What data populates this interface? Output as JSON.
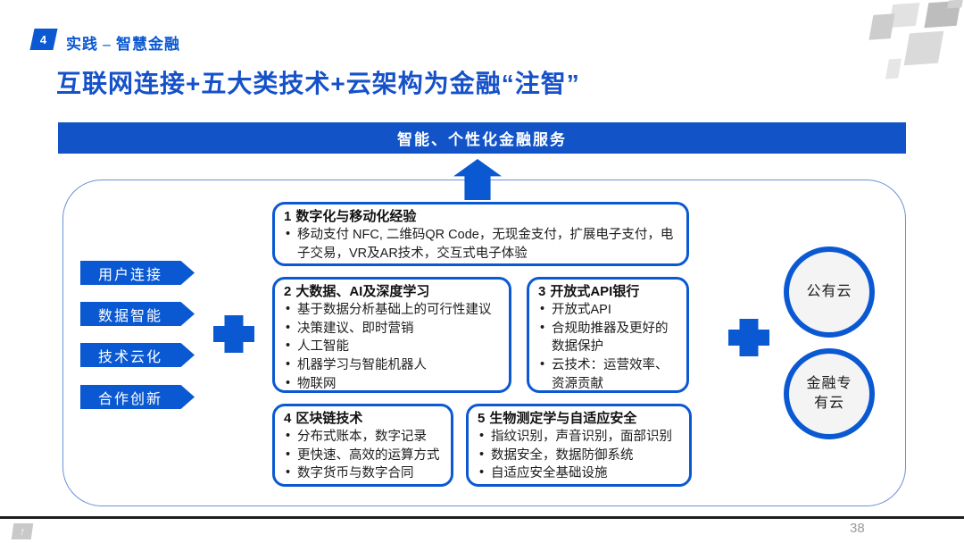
{
  "header": {
    "badge": "4",
    "section": "实践 – 智慧金融"
  },
  "title": "互联网连接+五大类技术+云架构为金融“注智”",
  "banner": {
    "label": "智能、个性化金融服务"
  },
  "flow_labels": [
    {
      "label": "用户连接"
    },
    {
      "label": "数据智能"
    },
    {
      "label": "技术云化"
    },
    {
      "label": "合作创新"
    }
  ],
  "boxes": [
    {
      "num": "1",
      "title": "数字化与移动化经验",
      "bullets": [
        "移动支付 NFC, 二维码QR Code，无现金支付，扩展电子支付，电子交易，VR及AR技术，交互式电子体验"
      ]
    },
    {
      "num": "2",
      "title": "大数据、AI及深度学习",
      "bullets": [
        "基于数据分析基础上的可行性建议",
        "决策建议、即时营销",
        "人工智能",
        "机器学习与智能机器人",
        "物联网"
      ]
    },
    {
      "num": "3",
      "title": "开放式API银行",
      "bullets": [
        "开放式API",
        "合规助推器及更好的数据保护",
        "云技术：运营效率、资源贡献"
      ]
    },
    {
      "num": "4",
      "title": "区块链技术",
      "bullets": [
        "分布式账本，数字记录",
        "更快速、高效的运算方式",
        "数字货币与数字合同"
      ]
    },
    {
      "num": "5",
      "title": "生物测定学与自适应安全",
      "bullets": [
        "指纹识别，声音识别，面部识别",
        "数据安全，数据防御系统",
        "自适应安全基础设施"
      ]
    }
  ],
  "clouds": [
    {
      "label": "公有云"
    },
    {
      "label": "金融专有云"
    }
  ],
  "icons": {
    "up_arrow": "up-arrow",
    "plus_left": "plus-connector",
    "plus_right": "plus-connector",
    "logo_glyph": "↑"
  },
  "footer": {
    "page_number": "38"
  },
  "colors": {
    "accent": "#0b59d2",
    "banner": "#1254c8",
    "title": "#1551c8",
    "container_border": "#6c8fd6",
    "circle_fill": "#f4f4f4",
    "footer_line": "#1f1f1f",
    "page_number": "#9a9a9a"
  }
}
